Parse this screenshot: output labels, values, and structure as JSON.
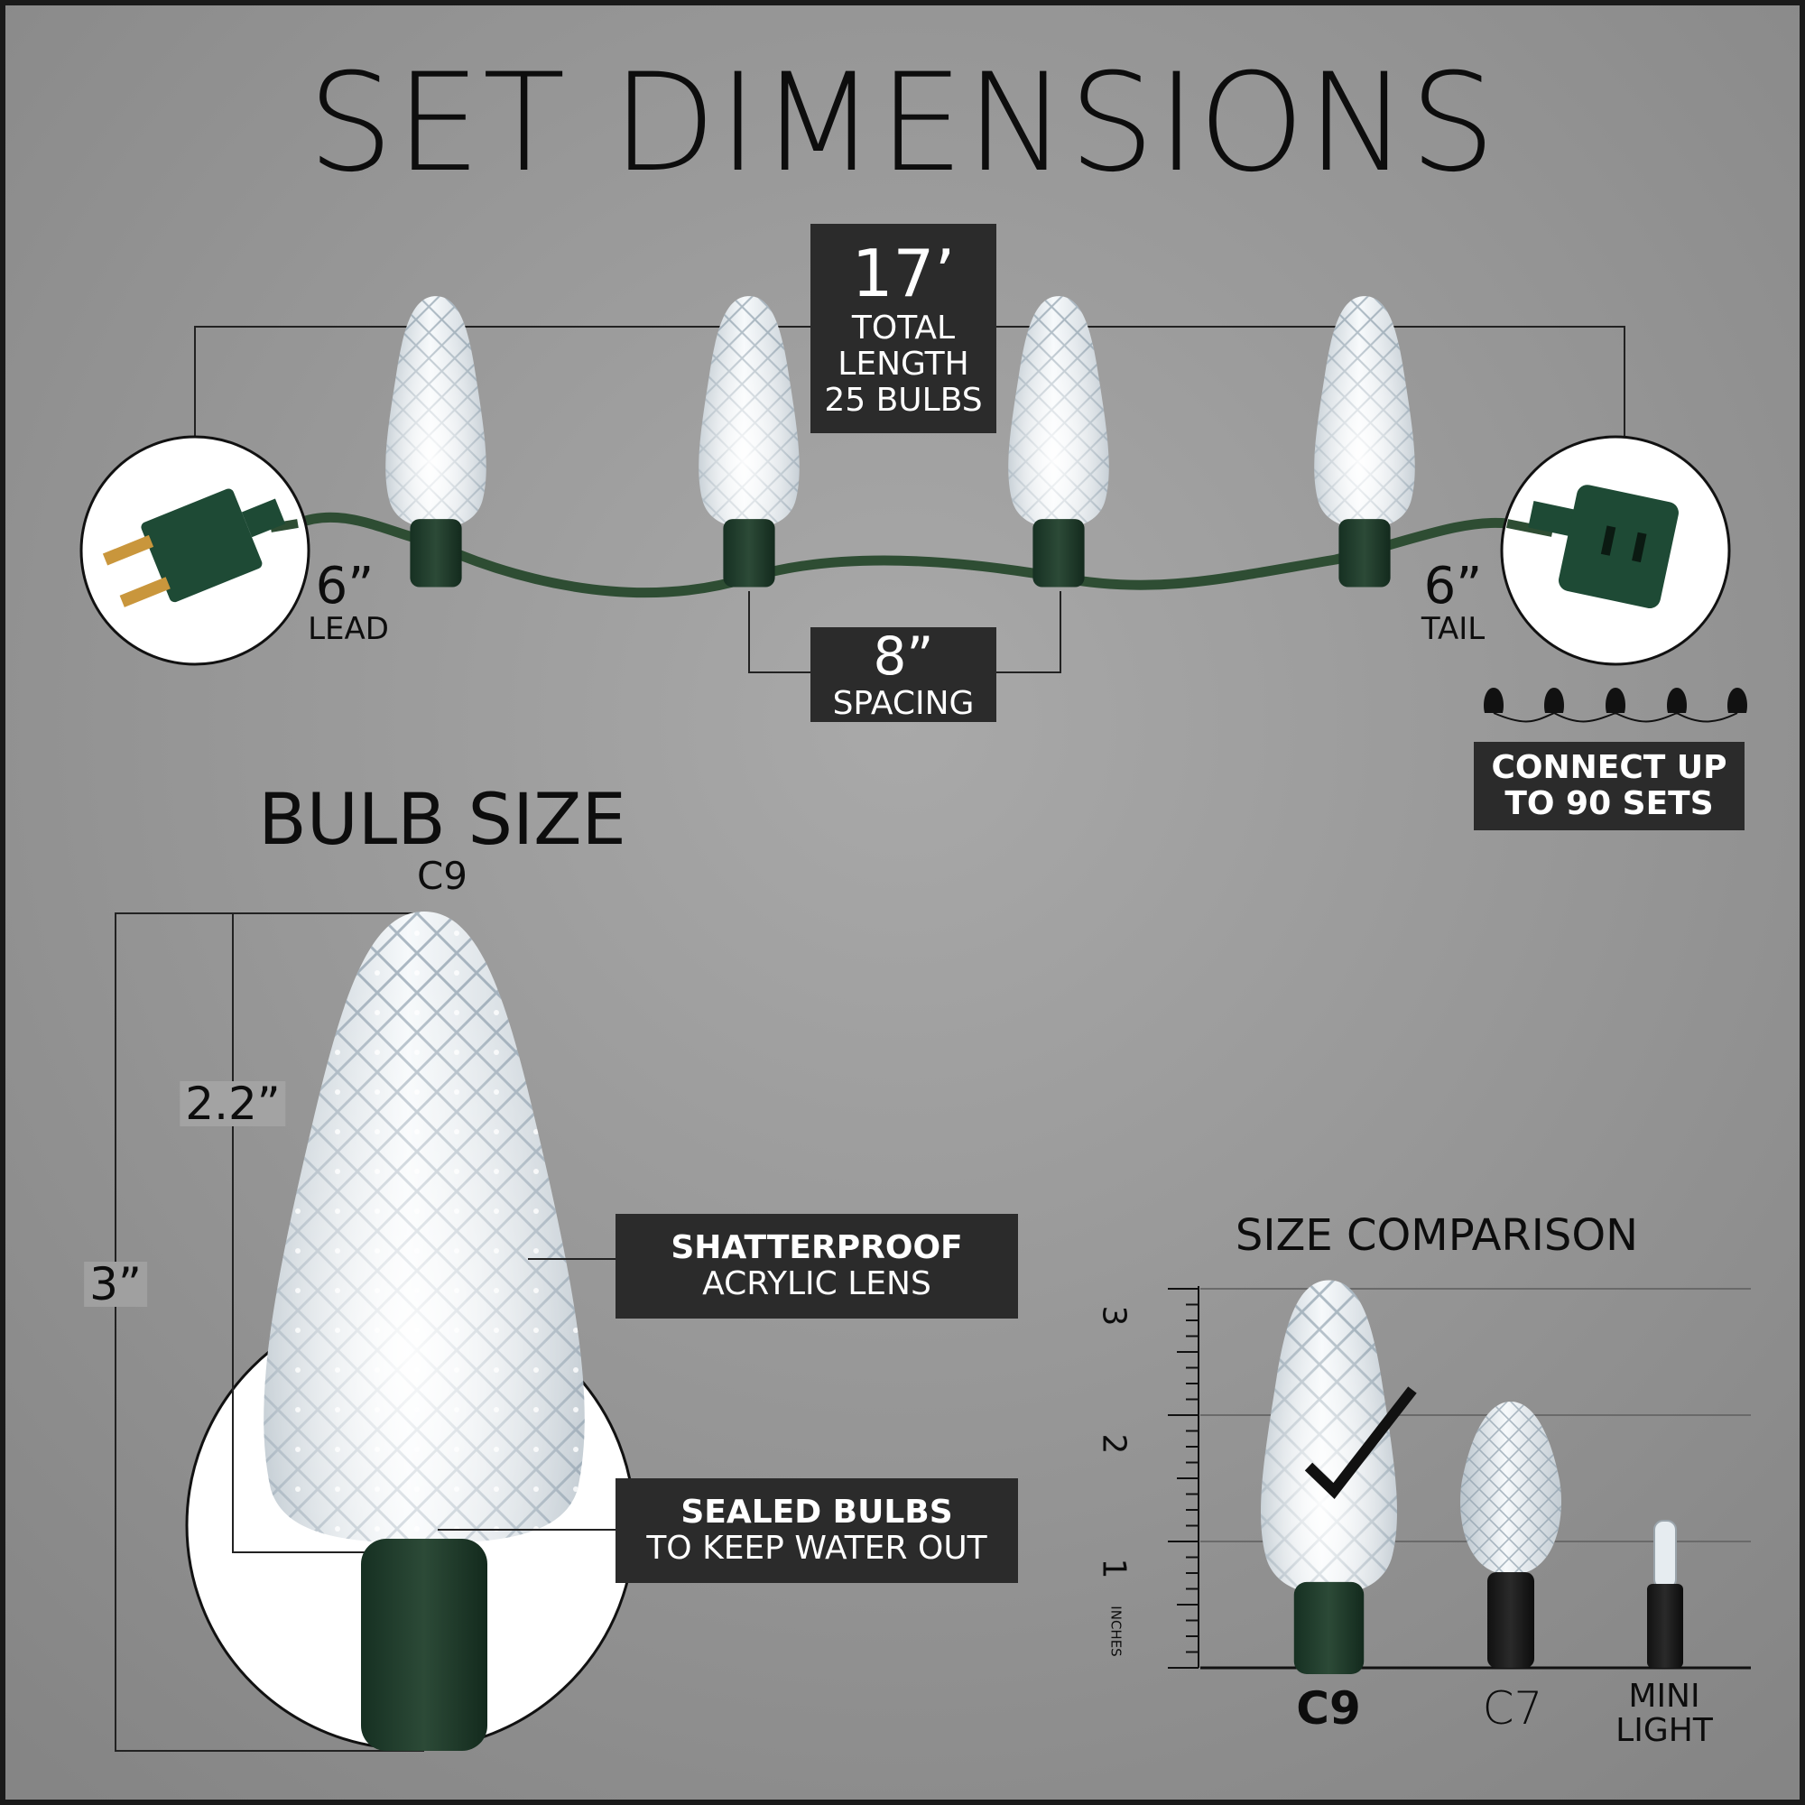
{
  "title": "SET DIMENSIONS",
  "total": {
    "value": "17’",
    "line1": "TOTAL",
    "line2": "LENGTH",
    "line3": "25 BULBS"
  },
  "lead": {
    "value": "6”",
    "label": "LEAD"
  },
  "tail": {
    "value": "6”",
    "label": "TAIL"
  },
  "spacing": {
    "value": "8”",
    "label": "SPACING"
  },
  "connect": {
    "line1": "CONNECT UP",
    "line2": "TO 90 SETS"
  },
  "bulb_size": {
    "heading": "BULB SIZE",
    "type": "C9",
    "lens_height": "2.2”",
    "total_height": "3”"
  },
  "features": {
    "lens_title": "SHATTERPROOF",
    "lens_sub": "ACRYLIC LENS",
    "sealed_title": "SEALED BULBS",
    "sealed_sub": "TO KEEP WATER OUT"
  },
  "comparison": {
    "heading": "SIZE COMPARISON",
    "ruler_labels": [
      "3",
      "2",
      "1"
    ],
    "ruler_unit": "INCHES",
    "bulbs": [
      {
        "label": "C9",
        "selected": true
      },
      {
        "label": "C7",
        "selected": false
      },
      {
        "label": "MINI",
        "label2": "LIGHT",
        "selected": false
      }
    ]
  },
  "colors": {
    "background": "#8f8f8f",
    "box": "#2b2b2b",
    "wire": "#2e4d33",
    "socket": "#1f3a28",
    "lens": "#e8eef3"
  }
}
